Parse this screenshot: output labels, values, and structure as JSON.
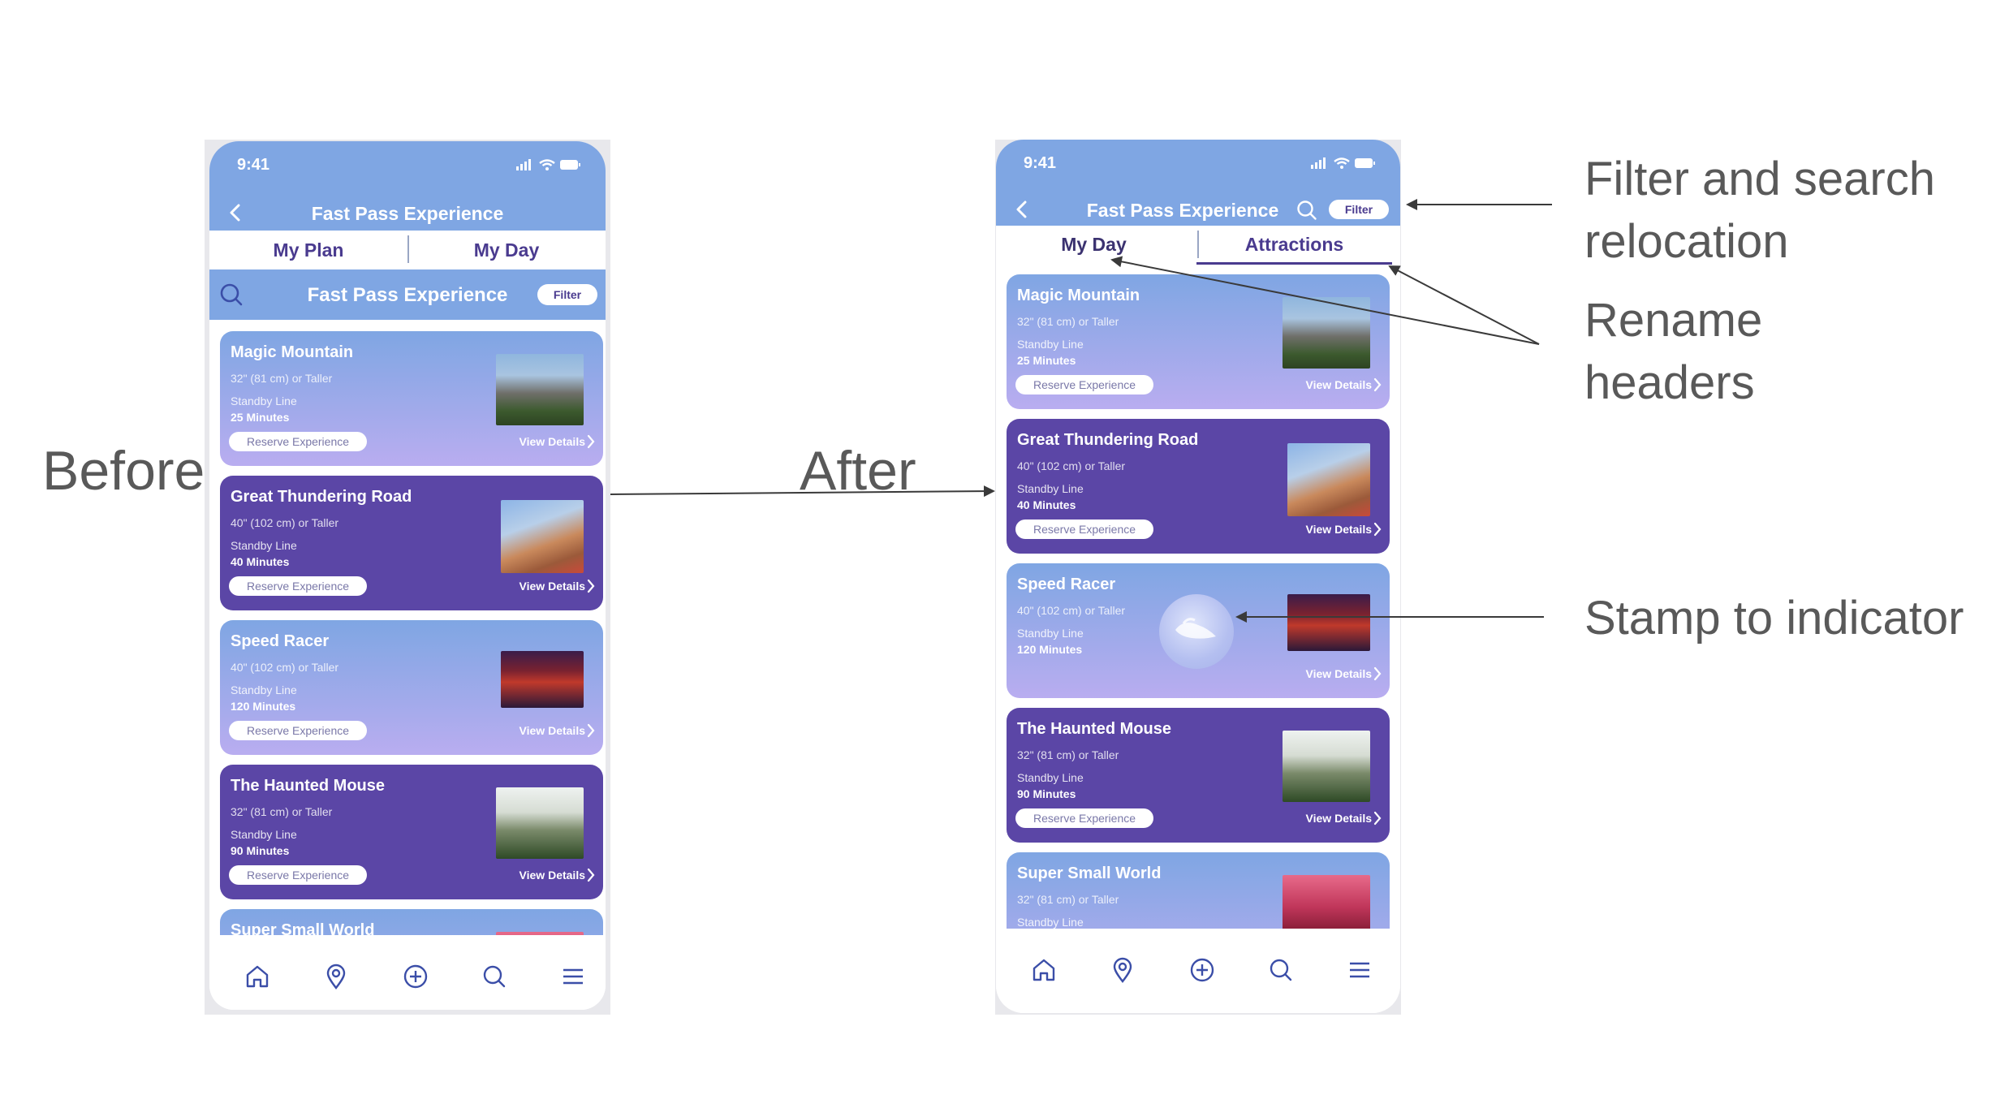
{
  "slide": {
    "before_label": "Before",
    "after_label": "After"
  },
  "annotations": {
    "filter_line1": "Filter and search",
    "filter_line2": "relocation",
    "rename_line1": "Rename",
    "rename_line2": "headers",
    "stamp": "Stamp to indicator"
  },
  "colors": {
    "header_blue": "#7fa6e3",
    "card_purple": "#5b46a6",
    "card_gradient_end": "#b9adf0",
    "tab_text": "#4a3b8f"
  },
  "before": {
    "status_time": "9:41",
    "nav_title": "Fast Pass Experience",
    "tabs": [
      "My Plan",
      "My Day"
    ],
    "search_title": "Fast Pass Experience",
    "filter_label": "Filter",
    "cards": [
      {
        "name": "Magic Mountain",
        "height": "32\" (81 cm) or Taller",
        "standby": "Standby Line",
        "wait": "25 Minutes",
        "reserve": "Reserve Experience",
        "details": "View Details",
        "image": "mountain"
      },
      {
        "name": "Great Thundering Road",
        "height": "40\" (102 cm) or Taller",
        "standby": "Standby Line",
        "wait": "40 Minutes",
        "reserve": "Reserve Experience",
        "details": "View Details",
        "image": "coaster"
      },
      {
        "name": "Speed Racer",
        "height": "40\" (102 cm) or Taller",
        "standby": "Standby Line",
        "wait": "120 Minutes",
        "reserve": "Reserve Experience",
        "details": "View Details",
        "image": "racer"
      },
      {
        "name": "The Haunted Mouse",
        "height": "32\" (81 cm) or Taller",
        "standby": "Standby Line",
        "wait": "90 Minutes",
        "reserve": "Reserve Experience",
        "details": "View Details",
        "image": "mansion"
      },
      {
        "name": "Super Small World"
      }
    ],
    "bottom_icons": [
      "home-icon",
      "location-pin-icon",
      "add-circle-icon",
      "search-icon",
      "menu-icon"
    ]
  },
  "after": {
    "status_time": "9:41",
    "nav_title": "Fast Pass Experience",
    "filter_label": "Filter",
    "tabs": [
      "My Day",
      "Attractions"
    ],
    "cards": [
      {
        "name": "Magic Mountain",
        "height": "32\" (81 cm) or Taller",
        "standby": "Standby Line",
        "wait": "25 Minutes",
        "reserve": "Reserve Experience",
        "details": "View Details",
        "image": "mountain"
      },
      {
        "name": "Great Thundering Road",
        "height": "40\" (102 cm) or Taller",
        "standby": "Standby Line",
        "wait": "40 Minutes",
        "reserve": "Reserve Experience",
        "details": "View Details",
        "image": "coaster"
      },
      {
        "name": "Speed Racer",
        "height": "40\" (102 cm) or Taller",
        "standby": "Standby Line",
        "wait": "120 Minutes",
        "details": "View Details",
        "image": "racer",
        "indicator": "fast-pass-indicator-icon"
      },
      {
        "name": "The Haunted Mouse",
        "height": "32\" (81 cm) or Taller",
        "standby": "Standby Line",
        "wait": "90 Minutes",
        "reserve": "Reserve Experience",
        "details": "View Details",
        "image": "mansion"
      },
      {
        "name": "Super Small World",
        "height": "32\" (81 cm) or Taller",
        "standby": "Standby Line",
        "image": "small"
      }
    ],
    "bottom_icons": [
      "home-icon",
      "location-pin-icon",
      "add-circle-icon",
      "search-icon",
      "menu-icon"
    ]
  }
}
